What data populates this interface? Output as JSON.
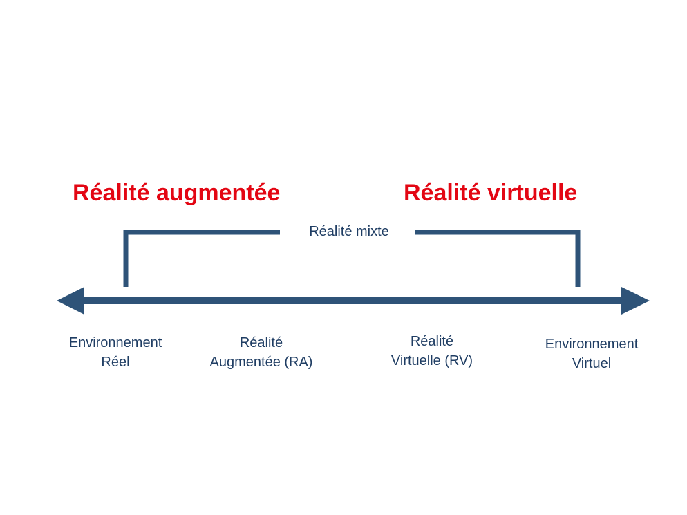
{
  "titles": {
    "augmented": "Réalité augmentée",
    "virtual": "Réalité virtuelle"
  },
  "mixed_label": "Réalité mixte",
  "stages": [
    {
      "line1": "Environnement",
      "line2": "Réel"
    },
    {
      "line1": "Réalité",
      "line2": "Augmentée (RA)"
    },
    {
      "line1": "Réalité",
      "line2": "Virtuelle (RV)"
    },
    {
      "line1": "Environnement",
      "line2": "Virtuel"
    }
  ],
  "colors": {
    "title_red": "#e30613",
    "diagram_blue": "#2e5378",
    "text_blue": "#1f3d63"
  }
}
